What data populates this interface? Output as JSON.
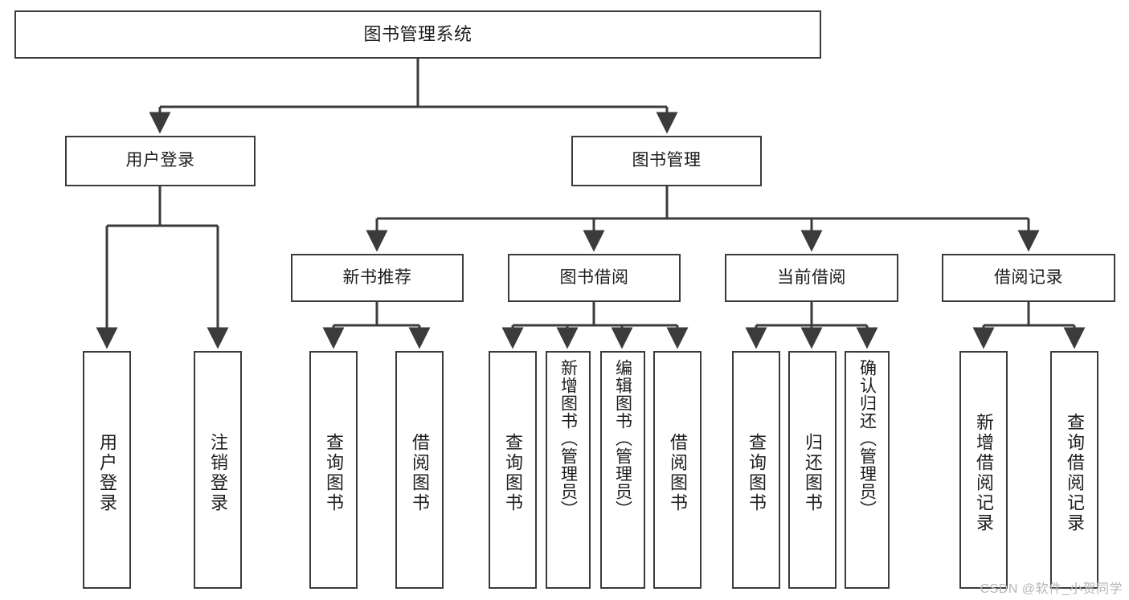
{
  "diagram": {
    "title": "图书管理系统",
    "type": "tree",
    "orientation": "top-down",
    "line_color": "#3b3b3b",
    "box_fill": "#ffffff",
    "text_color": "#1d1d1d"
  },
  "watermark": {
    "text": "CSDN @软件_小贺同学",
    "color": "#b6b6b6"
  },
  "nodes": {
    "root": {
      "label": "图书管理系统"
    },
    "level2": [
      {
        "id": "user-login",
        "label": "用户登录"
      },
      {
        "id": "book-manage",
        "label": "图书管理"
      }
    ],
    "level3": [
      {
        "id": "new-book-rec",
        "label": "新书推荐"
      },
      {
        "id": "book-borrow",
        "label": "图书借阅"
      },
      {
        "id": "current-borrow",
        "label": "当前借阅"
      },
      {
        "id": "borrow-record",
        "label": "借阅记录"
      }
    ],
    "leaves": {
      "user_login": [
        {
          "id": "leaf-user-login",
          "label": "用户登录"
        },
        {
          "id": "leaf-logout",
          "label": "注销登录"
        }
      ],
      "new_book_rec": [
        {
          "id": "leaf-query-book-1",
          "label": "查询图书"
        },
        {
          "id": "leaf-borrow-book-1",
          "label": "借阅图书"
        }
      ],
      "book_borrow": [
        {
          "id": "leaf-query-book-2",
          "label": "查询图书"
        },
        {
          "id": "leaf-add-book",
          "label": "新增图书（管理员）"
        },
        {
          "id": "leaf-edit-book",
          "label": "编辑图书（管理员）"
        },
        {
          "id": "leaf-borrow-book-2",
          "label": "借阅图书"
        }
      ],
      "current_borrow": [
        {
          "id": "leaf-query-book-3",
          "label": "查询图书"
        },
        {
          "id": "leaf-return-book",
          "label": "归还图书"
        },
        {
          "id": "leaf-confirm-return",
          "label": "确认归还（管理员）"
        }
      ],
      "borrow_record": [
        {
          "id": "leaf-add-record",
          "label": "新增借阅记录"
        },
        {
          "id": "leaf-query-record",
          "label": "查询借阅记录"
        }
      ]
    }
  }
}
